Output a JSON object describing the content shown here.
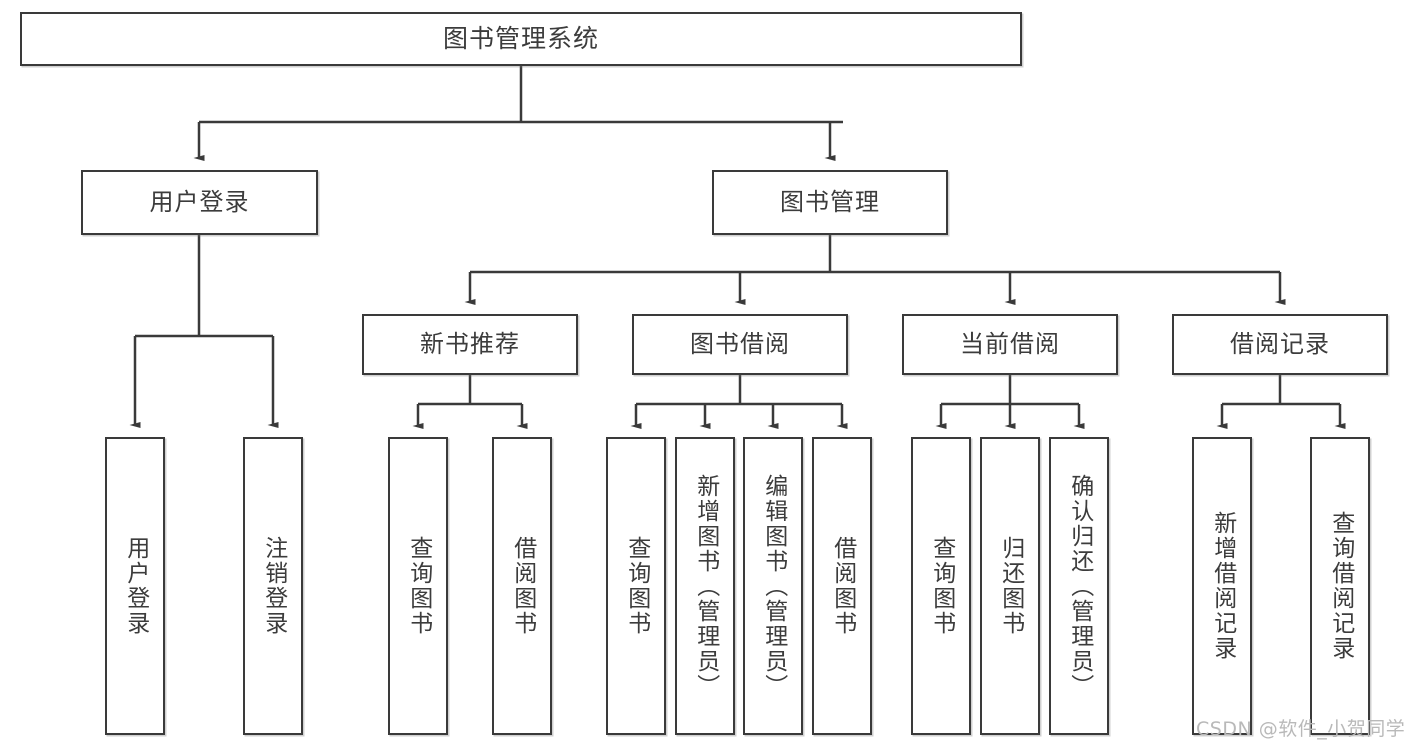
{
  "diagram": {
    "title": "图书管理系统",
    "type": "tree-hierarchy-chart",
    "root": {
      "label": "图书管理系统"
    },
    "level1": [
      {
        "label": "用户登录"
      },
      {
        "label": "图书管理"
      }
    ],
    "level2": [
      {
        "label": "新书推荐"
      },
      {
        "label": "图书借阅"
      },
      {
        "label": "当前借阅"
      },
      {
        "label": "借阅记录"
      }
    ],
    "leaves": {
      "user_login": [
        {
          "label": "用户登录"
        },
        {
          "label": "注销登录"
        }
      ],
      "new_book": [
        {
          "label": "查询图书"
        },
        {
          "label": "借阅图书"
        }
      ],
      "book_borrow": [
        {
          "label": "查询图书"
        },
        {
          "label": "新增图书（管理员）"
        },
        {
          "label": "编辑图书（管理员）"
        },
        {
          "label": "借阅图书"
        }
      ],
      "current_borrow": [
        {
          "label": "查询图书"
        },
        {
          "label": "归还图书"
        },
        {
          "label": "确认归还（管理员）"
        }
      ],
      "borrow_record": [
        {
          "label": "新增借阅记录"
        },
        {
          "label": "查询借阅记录"
        }
      ]
    }
  },
  "watermark": {
    "text": "CSDN @软件_小贺同学"
  },
  "colors": {
    "stroke": "#3a3a3a",
    "text": "#3c3c3c",
    "background": "#ffffff",
    "watermark": "#b9b9b9"
  }
}
